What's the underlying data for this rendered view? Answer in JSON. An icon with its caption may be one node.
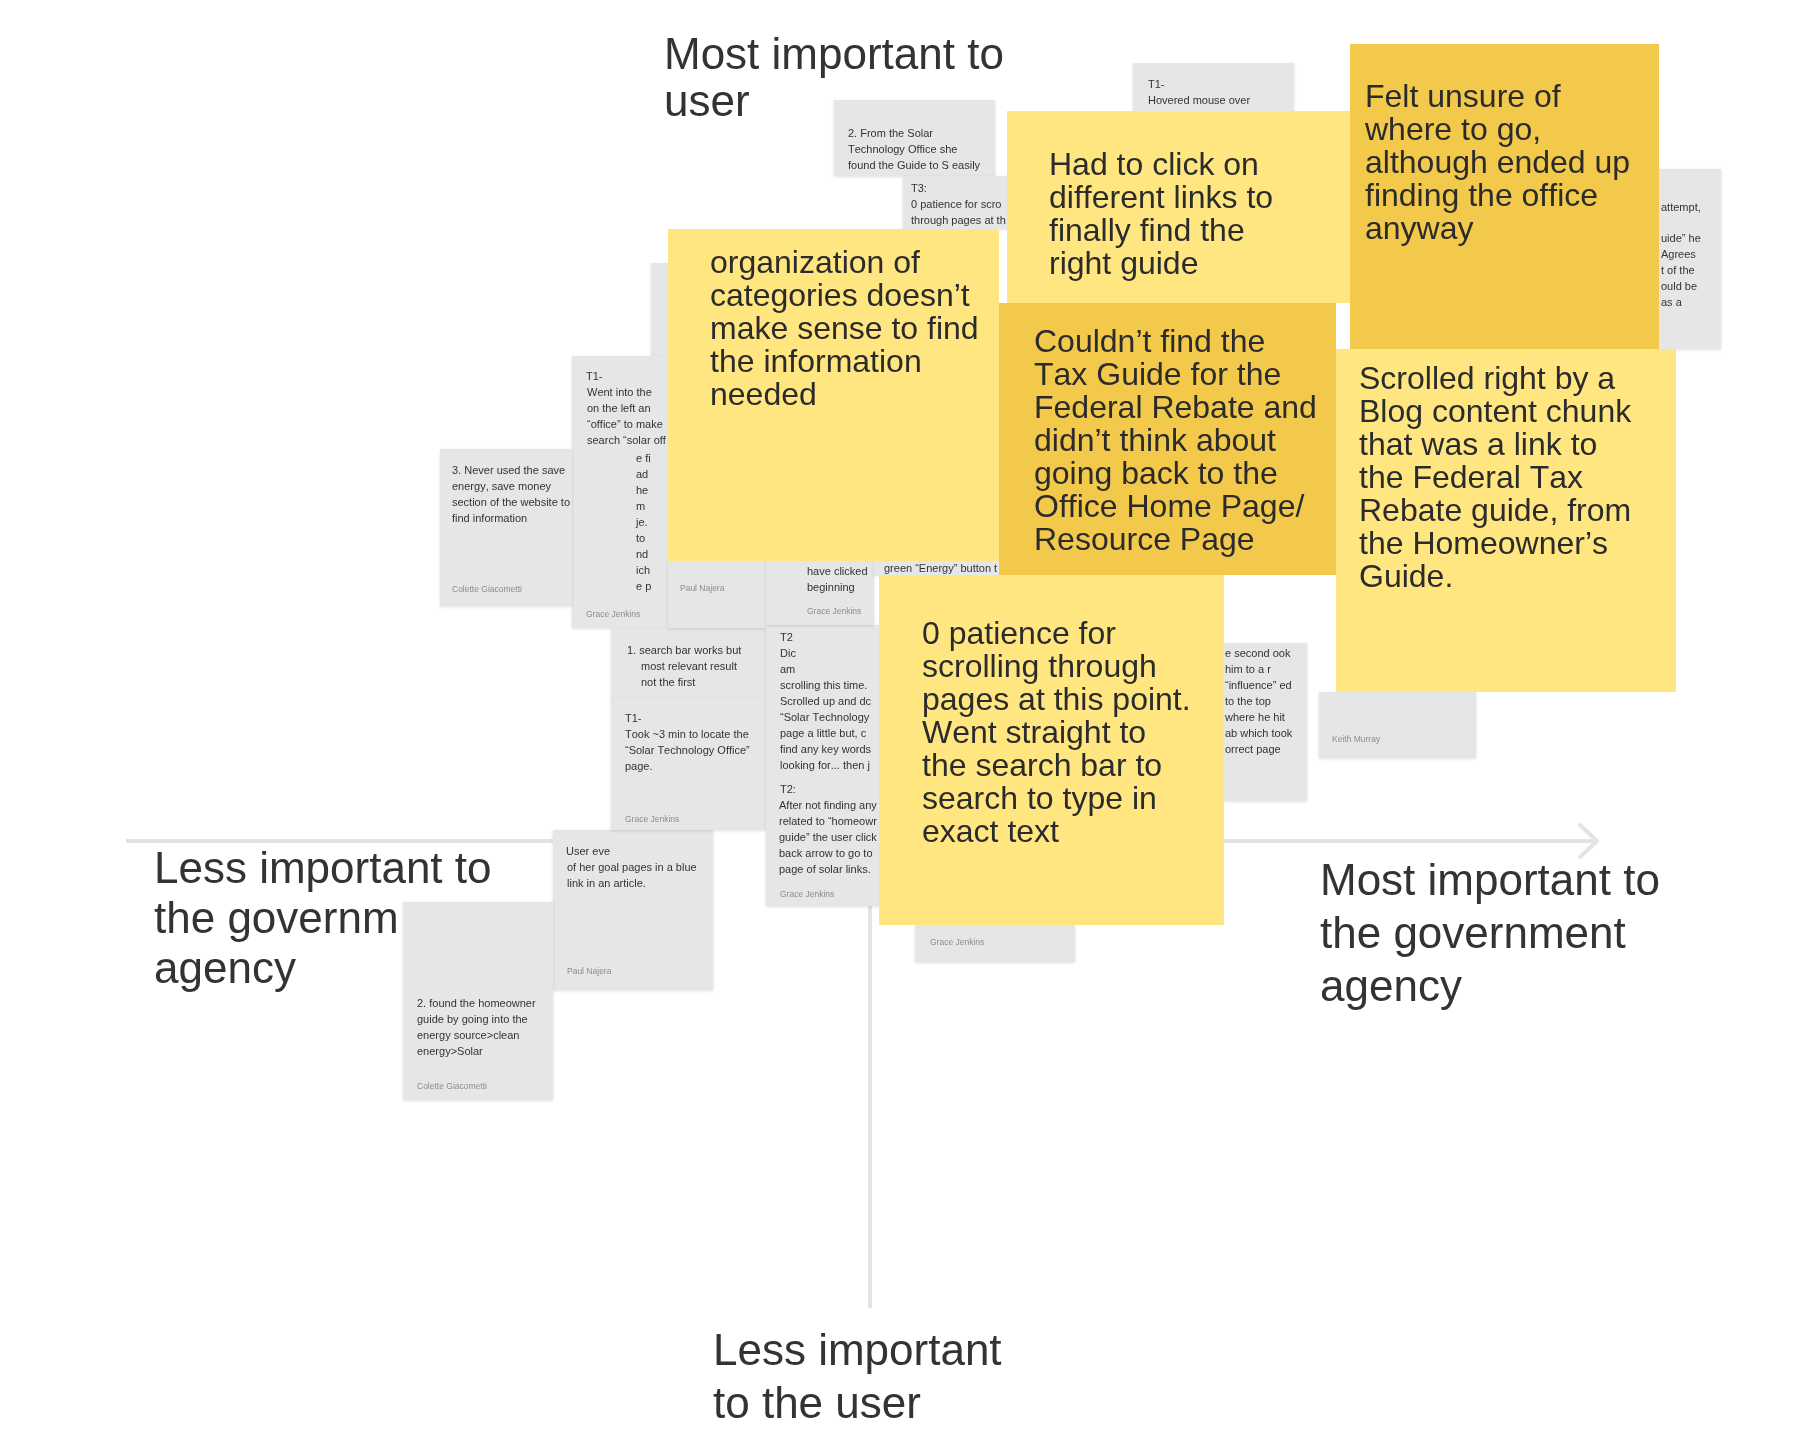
{
  "diagram": {
    "nodes": [
      {
        "text": [
          "2. From the Solar Technology Office she",
          "found the Guide to S easily"
        ]
      },
      {
        "text": [
          "T3:",
          "0 patience for scro through pages at th"
        ]
      },
      {
        "text": [
          "Had to click on different links to finally find the right guide"
        ]
      },
      {
        "text": [
          "T1-",
          "Hovered mouse over"
        ]
      },
      {
        "text": [
          "Felt unsure of where to go, although ended up finding the office anyway"
        ]
      },
      {
        "text": [
          "attempt,",
          "uide” he Agrees t of the ould be as a"
        ]
      },
      {
        "text": [
          "organization of categories doesn’t make sense to find the information needed"
        ]
      },
      {
        "text": [],
        "shape": "box"
      },
      {
        "text": [
          "T1-",
          "Went into the on the left an “office” to make search “solar off",
          "e fi ad he m je. to nd ich e p",
          "Grace Jenkins"
        ]
      },
      {
        "text": [
          "3. Never used the save energy, save money section of the website to find information",
          "Colette Giacometti"
        ]
      },
      {
        "text": [
          "Paul Najera"
        ]
      },
      {
        "text": [
          "Couldn’t find the Tax Guide for the Federal Rebate and didn’t think about going back to the Office Home Page/ Resource Page"
        ]
      },
      {
        "text": [
          "Scrolled right by a Blog content chunk that was a link to the Federal Tax Rebate guide, from the Homeowner’s Guide."
        ]
      },
      {
        "text": [
          "have clicked beginning",
          "Grace Jenkins"
        ]
      },
      {
        "text": [
          "green “Energy” button t"
        ]
      },
      {
        "text": [
          "T2",
          "Dic am",
          "scrolling this time. Scrolled up and dc “Solar Technology page a little but, c find any key words looking for... then j",
          "T2:",
          "After not finding any related to “homeowr guide” the user click back arrow to go to page of solar links.",
          "Grace Jenkins"
        ]
      },
      {
        "text": [
          "0 patience for scrolling through pages at this point. Went straight to the search bar to search to type in exact text"
        ]
      },
      {
        "text": [
          "e second ook him to a r “influence” ed to the top where he hit ab which took orrect page"
        ]
      },
      {
        "text": [
          "Keith Murray"
        ]
      },
      {
        "text": [
          "1. search bar works but most relevant result not the first"
        ]
      },
      {
        "text": [
          "T1-",
          "Took ~3 min to locate the “Solar Technology Office” page.",
          "Grace Jenkins"
        ]
      },
      {
        "text": [
          "Grace Jenkins"
        ]
      },
      {
        "text": [
          "User eve",
          "of her goal pages in a blue link in an article.",
          "Paul Najera"
        ]
      },
      {
        "text": [
          "2. found the homeowner guide by going into the energy source>clean energy>Solar",
          "Colette Giacometti"
        ]
      }
    ],
    "labels": [
      "Most important to user",
      "Less important to the governm agency",
      "Most important to the government agency",
      "Less important to the user"
    ]
  }
}
